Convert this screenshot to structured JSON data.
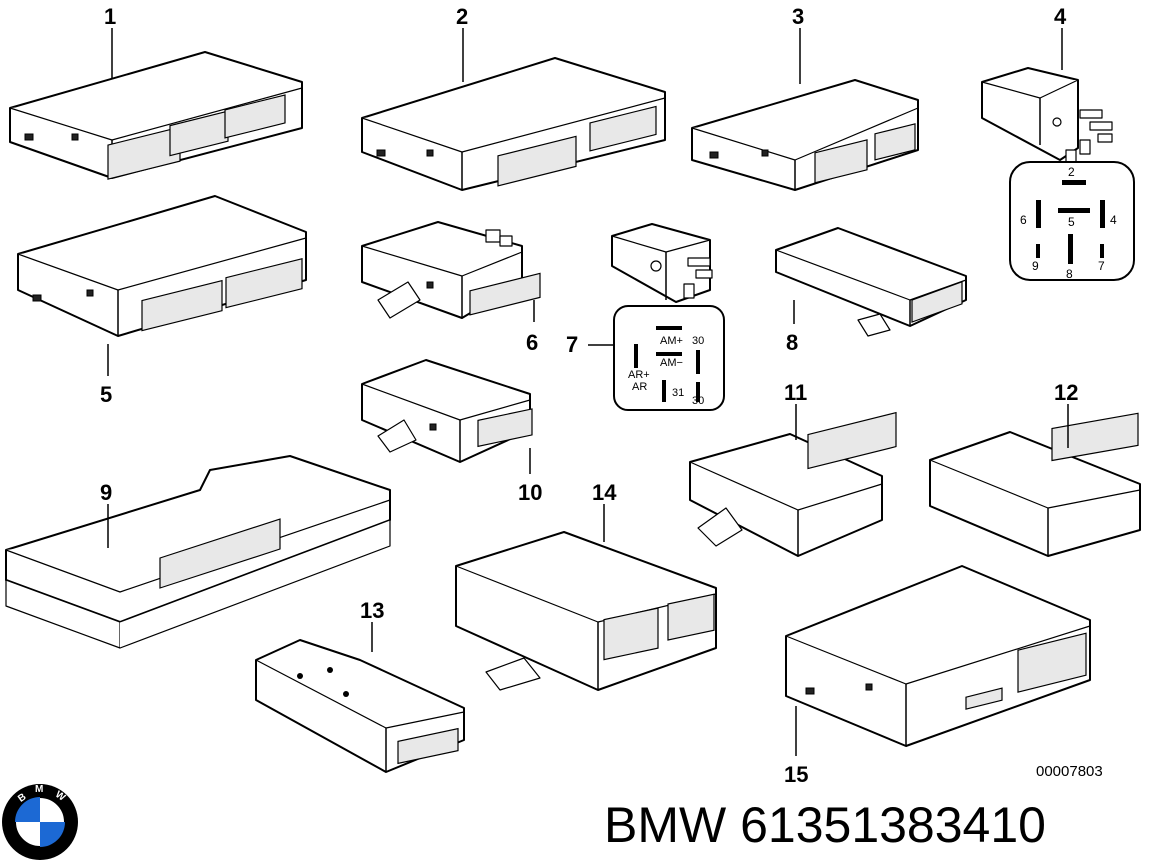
{
  "callouts": [
    "1",
    "2",
    "3",
    "4",
    "5",
    "6",
    "7",
    "8",
    "9",
    "10",
    "11",
    "12",
    "13",
    "14",
    "15"
  ],
  "relay4_pins": {
    "p2": "2",
    "p5": "5",
    "p6": "6",
    "p4": "4",
    "p9": "9",
    "p8": "8",
    "p7": "7"
  },
  "relay7_pins": {
    "am_plus": "AM+",
    "am_minus": "AM−",
    "ar_plus": "AR+",
    "ar": "AR",
    "p30_top": "30",
    "p31": "31",
    "p30_bottom": "30"
  },
  "drawing_ref": "00007803",
  "brand_logo_letters": "BMW",
  "part_number": "BMW 61351383410",
  "colors": {
    "line": "#000000",
    "background": "#ffffff",
    "logo_blue": "#1c69d4"
  }
}
